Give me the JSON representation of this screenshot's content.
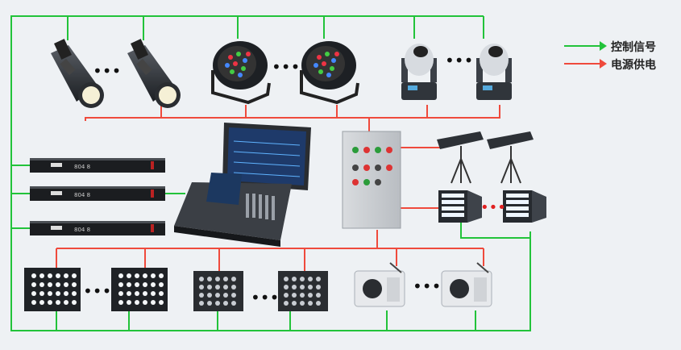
{
  "colors": {
    "control_signal": "#22c33a",
    "power_supply": "#ef4a3c",
    "background": "#eef1f4"
  },
  "legend": {
    "control_label": "控制信号",
    "power_label": "电源供电"
  },
  "dimmer_label": "804 8",
  "ellipsis": "•••"
}
